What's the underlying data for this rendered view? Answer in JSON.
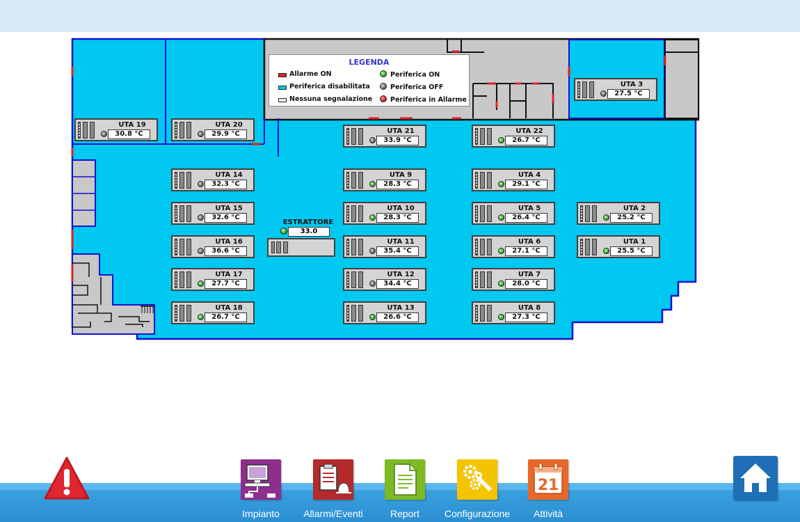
{
  "legend": {
    "title": "LEGENDA",
    "items": [
      {
        "label": "Allarme ON",
        "kind": "swatch",
        "color": "#e02020"
      },
      {
        "label": "Periferica disabilitata",
        "kind": "swatch",
        "color": "#00c8f0"
      },
      {
        "label": "Nessuna segnalazione",
        "kind": "swatch",
        "color": "#f0f0f0"
      },
      {
        "label": "Periferica ON",
        "kind": "dot",
        "color": "#1aa51a"
      },
      {
        "label": "Periferica OFF",
        "kind": "dot",
        "color": "#5a5a5a"
      },
      {
        "label": "Periferica in Allarme",
        "kind": "dot",
        "color": "#c81010"
      }
    ]
  },
  "units": [
    {
      "name": "UTA 19",
      "temp": "30.8 °C",
      "status": "off"
    },
    {
      "name": "UTA 20",
      "temp": "29.9 °C",
      "status": "off"
    },
    {
      "name": "UTA 21",
      "temp": "33.9 °C",
      "status": "off"
    },
    {
      "name": "UTA 22",
      "temp": "26.7 °C",
      "status": "on"
    },
    {
      "name": "UTA 3",
      "temp": "27.5 °C",
      "status": "off"
    },
    {
      "name": "UTA 14",
      "temp": "32.3 °C",
      "status": "off"
    },
    {
      "name": "UTA 9",
      "temp": "28.3 °C",
      "status": "on"
    },
    {
      "name": "UTA 4",
      "temp": "29.1 °C",
      "status": "on"
    },
    {
      "name": "UTA 15",
      "temp": "32.6 °C",
      "status": "off"
    },
    {
      "name": "UTA 10",
      "temp": "28.3 °C",
      "status": "on"
    },
    {
      "name": "UTA 5",
      "temp": "26.4 °C",
      "status": "on"
    },
    {
      "name": "UTA 2",
      "temp": "25.2 °C",
      "status": "on"
    },
    {
      "name": "UTA 16",
      "temp": "36.6 °C",
      "status": "off"
    },
    {
      "name": "UTA 11",
      "temp": "35.4 °C",
      "status": "off"
    },
    {
      "name": "UTA 6",
      "temp": "27.1 °C",
      "status": "on"
    },
    {
      "name": "UTA 1",
      "temp": "25.5 °C",
      "status": "on"
    },
    {
      "name": "UTA 17",
      "temp": "27.7 °C",
      "status": "on"
    },
    {
      "name": "UTA 12",
      "temp": "34.4 °C",
      "status": "off"
    },
    {
      "name": "UTA 7",
      "temp": "28.0 °C",
      "status": "on"
    },
    {
      "name": "UTA 18",
      "temp": "26.7 °C",
      "status": "on"
    },
    {
      "name": "UTA 13",
      "temp": "26.6 °C",
      "status": "on"
    },
    {
      "name": "UTA 8",
      "temp": "27.3 °C",
      "status": "on"
    }
  ],
  "extractor": {
    "name": "ESTRATTORE",
    "value": "33.0",
    "status": "on"
  },
  "nav": {
    "impianto": "Impianto",
    "allarmi": "Allarmi/Eventi",
    "report": "Report",
    "configurazione": "Configurazione",
    "attivita": "Attività",
    "calendar_day": "21"
  },
  "colors": {
    "area_blue": "#00c8f0",
    "wall_blue": "#1010d0",
    "wall_black": "#111111",
    "room_gray": "#c8c8c8",
    "nav_purple": "#8e2e8e",
    "nav_red": "#b52a2a",
    "nav_green": "#7dba24",
    "nav_yellow": "#f4c400",
    "nav_orange": "#e8682a"
  }
}
